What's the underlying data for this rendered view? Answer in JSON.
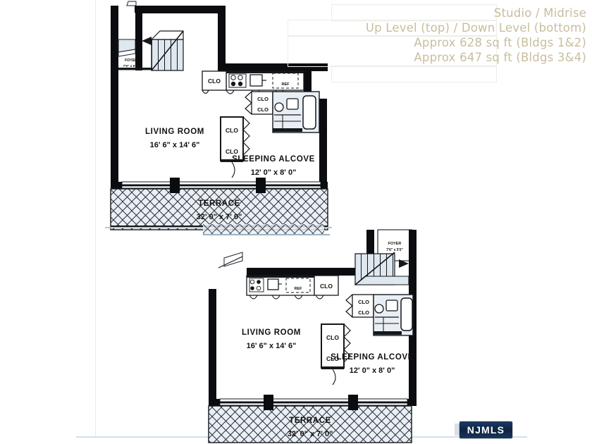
{
  "document": {
    "type": "real-estate-floor-plan-scan",
    "background_color": "#ffffff"
  },
  "caption": {
    "line1": "Studio / Midrise",
    "line2": "Up Level (top) / Down Level (bottom)",
    "line3": "Approx 628 sq ft (Bldgs 1&2)",
    "line4": "Approx 647 sq ft (Bldgs 3&4)",
    "text_color": "#c9bd9d"
  },
  "watermark": {
    "label": "NJMLS",
    "background_color": "#0d2442",
    "text_color": "#ffffff"
  },
  "upper_plan": {
    "title": "Up Level",
    "rooms": [
      {
        "name": "FOYER",
        "dim": "7' 6\" x 5' 0\""
      },
      {
        "name": "LIVING ROOM",
        "dim": "16' 6\" x 14' 6\""
      },
      {
        "name": "SLEEPING ALCOVE",
        "dim": "12' 0\" x 8' 0\""
      },
      {
        "name": "TERRACE",
        "dim": "32' 0\" x 7' 0\""
      }
    ],
    "closets": [
      "CLO",
      "CLO",
      "CLO",
      "CLO",
      "CLO"
    ],
    "kitchen_label": "REF",
    "features": [
      "staircase",
      "kitchen-counter",
      "bathroom",
      "terrace-hatch"
    ]
  },
  "lower_plan": {
    "title": "Down Level",
    "rooms": [
      {
        "name": "FOYER",
        "dim": "7' 6\" x 5' 0\""
      },
      {
        "name": "LIVING ROOM",
        "dim": "16' 6\" x 14' 6\""
      },
      {
        "name": "SLEEPING ALCOVE",
        "dim": "12' 0\" x 8' 0\""
      },
      {
        "name": "TERRACE",
        "dim": "32' 0\" x 7' 0\""
      }
    ],
    "closets": [
      "CLO",
      "CLO",
      "CLO",
      "CLO",
      "CLO"
    ],
    "kitchen_label": "REF",
    "features": [
      "staircase",
      "kitchen-counter",
      "bathroom",
      "terrace-hatch"
    ]
  }
}
